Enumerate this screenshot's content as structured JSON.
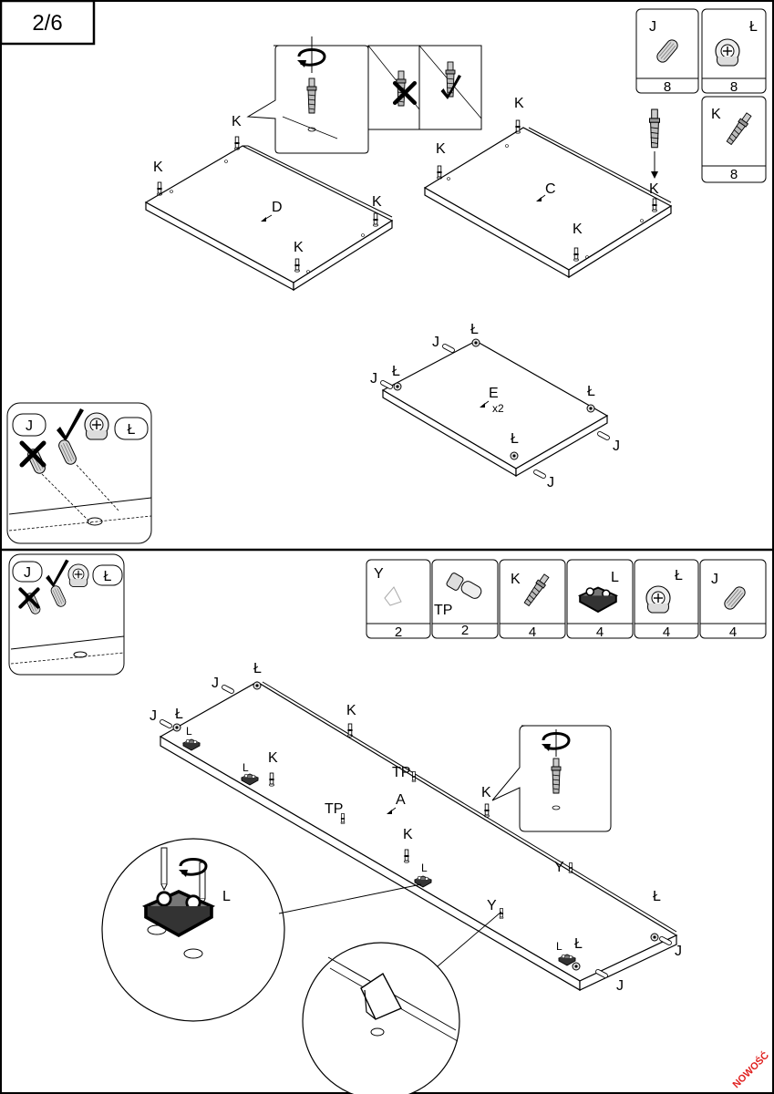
{
  "page": {
    "step": "2/6",
    "stamp": "NOWOŚĆ"
  },
  "top_section": {
    "parts_legend": [
      {
        "letter": "J",
        "count": "8",
        "icon": "dowel-icon"
      },
      {
        "letter": "Ł",
        "count": "8",
        "icon": "cam-lock-icon"
      },
      {
        "letter": "K",
        "count": "8",
        "icon": "cam-bolt-icon"
      }
    ],
    "panels": {
      "D": {
        "letter": "D",
        "fastener": "K"
      },
      "C": {
        "letter": "C",
        "fastener": "K"
      },
      "E": {
        "letter": "E",
        "multiplier": "x2",
        "fasteners": [
          "J",
          "Ł"
        ]
      }
    },
    "hint": {
      "left": "J",
      "right": "Ł"
    }
  },
  "bottom_section": {
    "parts_legend": [
      {
        "letter": "Y",
        "count": "2",
        "icon": "shelf-support-icon"
      },
      {
        "letter": "TP",
        "count": "2",
        "icon": "shelf-pin-icon"
      },
      {
        "letter": "K",
        "count": "4",
        "icon": "cam-bolt-icon"
      },
      {
        "letter": "L",
        "count": "4",
        "icon": "hinge-plate-icon"
      },
      {
        "letter": "Ł",
        "count": "4",
        "icon": "cam-lock-icon"
      },
      {
        "letter": "J",
        "count": "4",
        "icon": "dowel-icon"
      }
    ],
    "panel": {
      "letter": "A"
    },
    "hint": {
      "left": "J",
      "right": "Ł"
    },
    "labels": {
      "K": "K",
      "J": "J",
      "L": "L",
      "TP": "TP",
      "Y": "Y",
      "Ł": "Ł"
    }
  }
}
